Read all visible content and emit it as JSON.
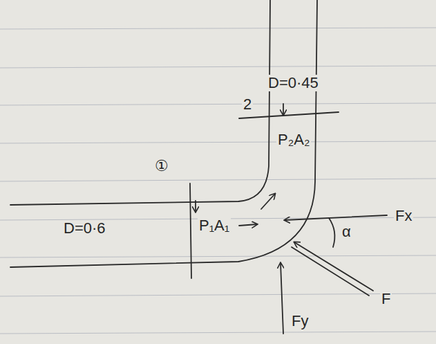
{
  "diagram": {
    "labels": [
      "D=0·45",
      "2",
      "P₂A₂",
      "①",
      "D=0·6",
      "P₁A₁",
      "Fx",
      "α",
      "F",
      "Fy"
    ]
  }
}
